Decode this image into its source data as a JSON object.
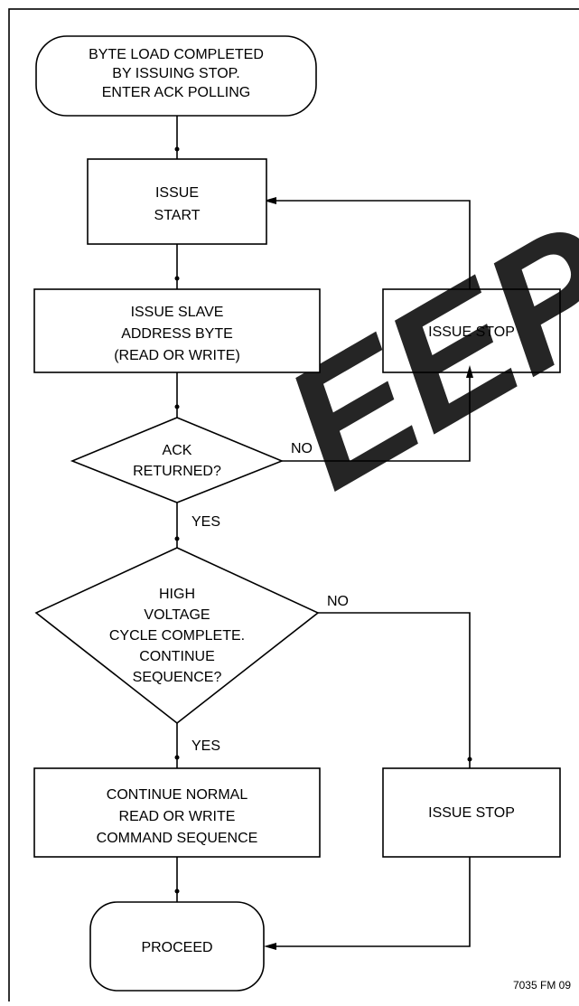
{
  "figure_code": "7035 FM 09",
  "watermark_text": "EEPW",
  "colors": {
    "watermark": "#e8102a",
    "stroke": "#000000"
  },
  "nodes": {
    "start": [
      "BYTE LOAD COMPLETED",
      "BY ISSUING STOP.",
      "ENTER ACK POLLING"
    ],
    "issue_start": [
      "ISSUE",
      "START"
    ],
    "slave_address": [
      "ISSUE SLAVE",
      "ADDRESS BYTE",
      "(READ OR WRITE)"
    ],
    "ack_returned": [
      "ACK",
      "RETURNED?"
    ],
    "issue_stop_top": [
      "ISSUE STOP"
    ],
    "hv_cycle": [
      "HIGH",
      "VOLTAGE",
      "CYCLE COMPLETE.",
      "CONTINUE",
      "SEQUENCE?"
    ],
    "continue_normal": [
      "CONTINUE NORMAL",
      "READ OR WRITE",
      "COMMAND SEQUENCE"
    ],
    "issue_stop_bottom": [
      "ISSUE STOP"
    ],
    "proceed": [
      "PROCEED"
    ]
  },
  "edge_labels": {
    "ack_no": "NO",
    "ack_yes": "YES",
    "hv_no": "NO",
    "hv_yes": "YES"
  }
}
